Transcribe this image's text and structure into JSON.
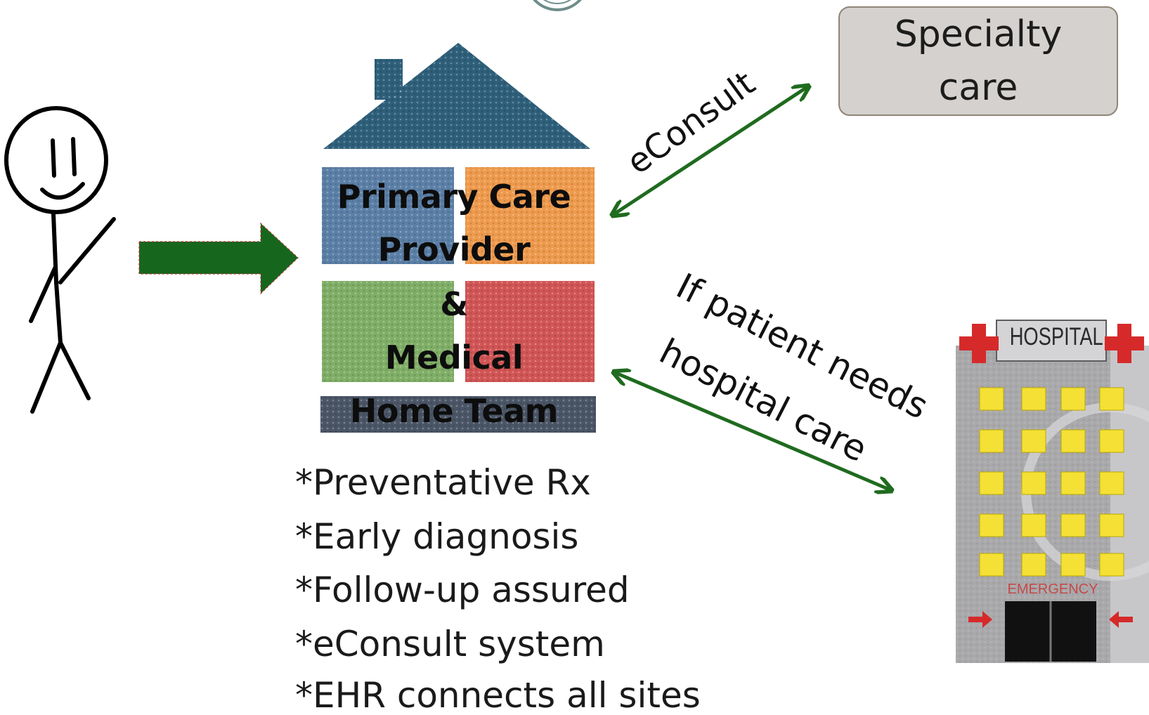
{
  "house": {
    "lines": [
      "Primary Care",
      "Provider",
      "&",
      "Medical",
      "Home Team"
    ]
  },
  "specialty": {
    "line1": "Specialty",
    "line2": "care"
  },
  "edges": {
    "econsult_label": "eConsult",
    "hospital_label_line1": "If patient needs",
    "hospital_label_line2": "hospital care"
  },
  "hospital": {
    "sign": "HOSPITAL",
    "emergency": "EMERGENCY"
  },
  "features": [
    "*Preventative Rx",
    "*Early diagnosis",
    "*Follow-up assured",
    "*eConsult system",
    "*EHR connects all sites"
  ],
  "colors": {
    "arrow_green": "#1f6b1f",
    "house_roof": "#2e5f7a",
    "panel_blue": "#5b7fa6",
    "panel_orange": "#ee9a4d",
    "panel_green": "#7fae66",
    "panel_red": "#d15555",
    "box_fill": "#d4d1ce"
  }
}
